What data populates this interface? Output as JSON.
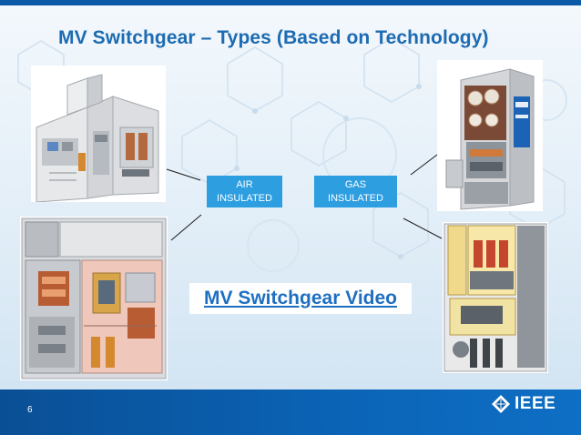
{
  "slide": {
    "title": "MV Switchgear – Types (Based on Technology)",
    "labels": {
      "air_line1": "AIR",
      "air_line2": "INSULATED",
      "gas_line1": "GAS",
      "gas_line2": "INSULATED"
    },
    "video_link": "MV Switchgear Video",
    "slide_number": "6",
    "logo_text": "IEEE",
    "colors": {
      "title": "#1d6bb2",
      "label_box": "#2d9ee0",
      "band": "#0b64b7",
      "link": "#1f6fc0"
    }
  }
}
